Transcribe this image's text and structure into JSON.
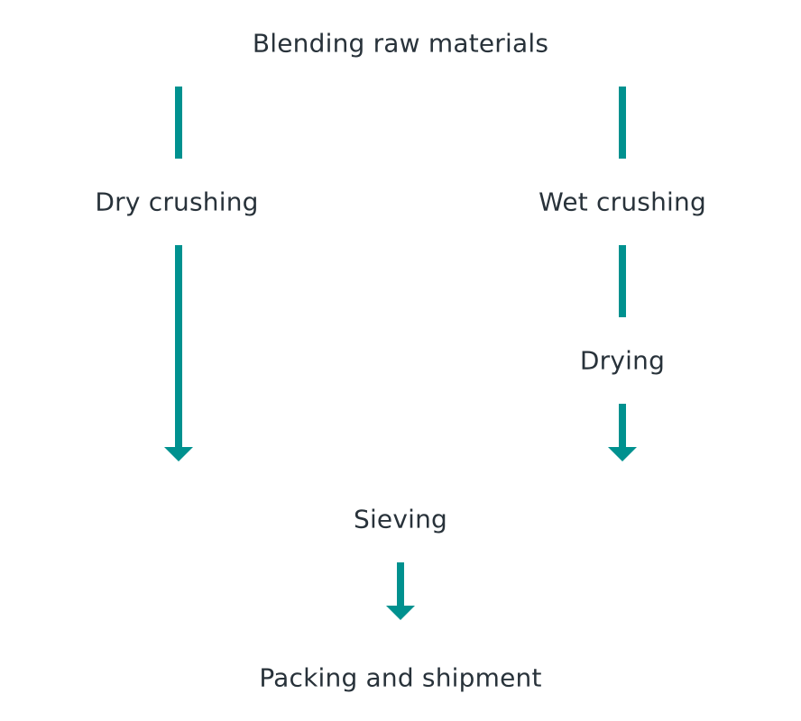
{
  "diagram": {
    "nodes": [
      {
        "id": "blend",
        "label": "Blending raw materials"
      },
      {
        "id": "dry",
        "label": "Dry crushing"
      },
      {
        "id": "wet",
        "label": "Wet crushing"
      },
      {
        "id": "drying",
        "label": "Drying"
      },
      {
        "id": "sieve",
        "label": "Sieving"
      },
      {
        "id": "pack",
        "label": "Packing and shipment"
      }
    ],
    "edges": [
      {
        "from": "blend",
        "to": "dry",
        "arrowhead": false
      },
      {
        "from": "blend",
        "to": "wet",
        "arrowhead": false
      },
      {
        "from": "dry",
        "to": "sieve",
        "arrowhead": true
      },
      {
        "from": "wet",
        "to": "drying",
        "arrowhead": false
      },
      {
        "from": "drying",
        "to": "sieve",
        "arrowhead": true
      },
      {
        "from": "sieve",
        "to": "pack",
        "arrowhead": true
      }
    ],
    "colors": {
      "connector": "#00918f",
      "text": "#28323a"
    }
  }
}
